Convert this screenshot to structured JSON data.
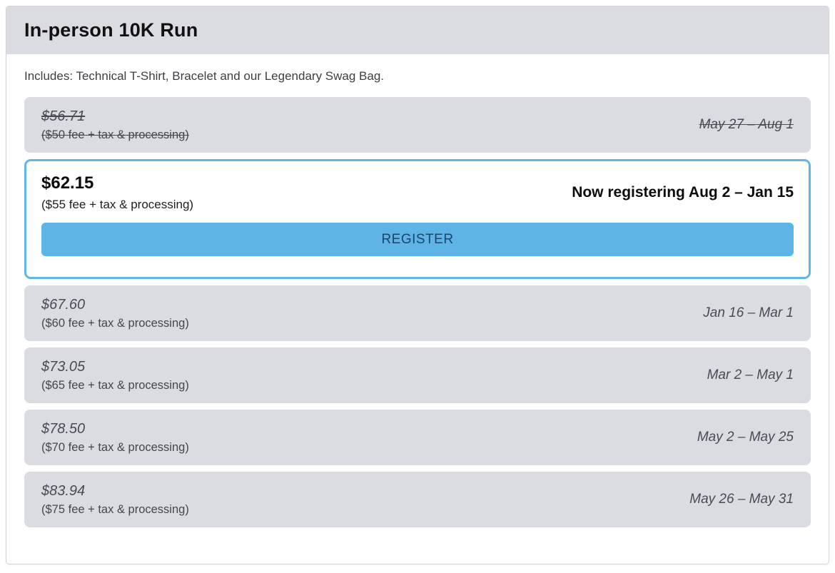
{
  "header": {
    "title": "In-person 10K Run"
  },
  "intro": "Includes: Technical T-Shirt, Bracelet and our Legendary Swag Bag.",
  "tiers": [
    {
      "price": "$56.71",
      "fee_note": "($50 fee + tax & processing)",
      "dates": "May 27 – Aug 1",
      "status": "past"
    },
    {
      "price": "$62.15",
      "fee_note": "($55 fee + tax & processing)",
      "dates": "Now registering Aug 2 – Jan 15",
      "status": "active",
      "register_label": "REGISTER"
    },
    {
      "price": "$67.60",
      "fee_note": "($60 fee + tax & processing)",
      "dates": "Jan 16 – Mar 1",
      "status": "future"
    },
    {
      "price": "$73.05",
      "fee_note": "($65 fee + tax & processing)",
      "dates": "Mar 2 – May 1",
      "status": "future"
    },
    {
      "price": "$78.50",
      "fee_note": "($70 fee + tax & processing)",
      "dates": "May 2 – May 25",
      "status": "future"
    },
    {
      "price": "$83.94",
      "fee_note": "($75 fee + tax & processing)",
      "dates": "May 26 – May 31",
      "status": "future"
    }
  ],
  "colors": {
    "accent_blue": "#5db4e5",
    "active_border_blue": "#62b5e5",
    "button_text_navy": "#17476d",
    "tier_gray": "#dbdbe2",
    "tier_text_gray": "#4a4b54"
  }
}
